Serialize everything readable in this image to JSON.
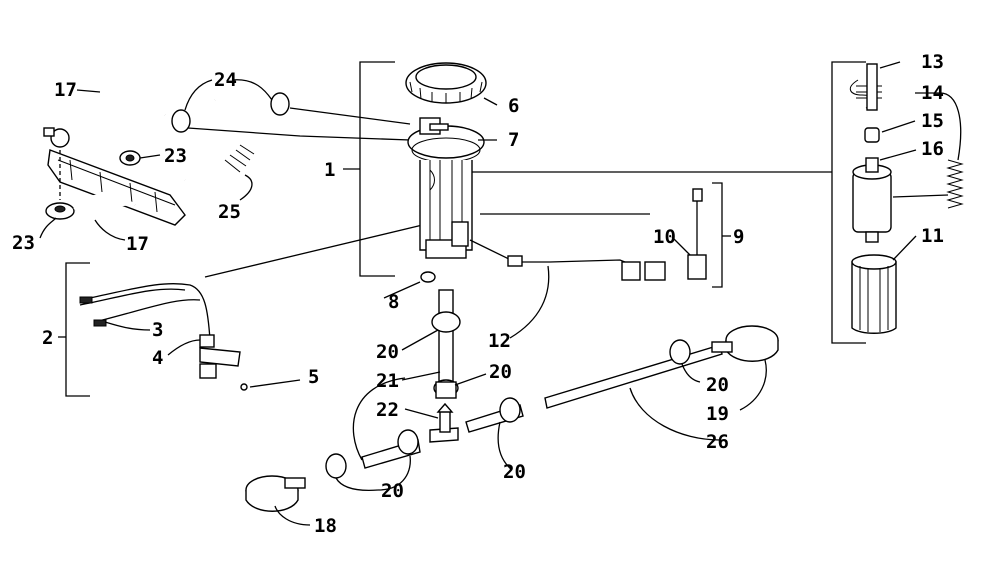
{
  "diagram": {
    "callouts": {
      "c1": "1",
      "c2": "2",
      "c3": "3",
      "c4": "4",
      "c5": "5",
      "c6": "6",
      "c7": "7",
      "c8": "8",
      "c9": "9",
      "c10": "10",
      "c11": "11",
      "c12": "12",
      "c13": "13",
      "c14": "14",
      "c15": "15",
      "c16": "16",
      "c17a": "17",
      "c17b": "17",
      "c18": "18",
      "c19": "19",
      "c20a": "20",
      "c20b": "20",
      "c20c": "20",
      "c20d": "20",
      "c20e": "20",
      "c21": "21",
      "c22": "22",
      "c23a": "23",
      "c23b": "23",
      "c24": "24",
      "c25": "25",
      "c26": "26"
    }
  }
}
